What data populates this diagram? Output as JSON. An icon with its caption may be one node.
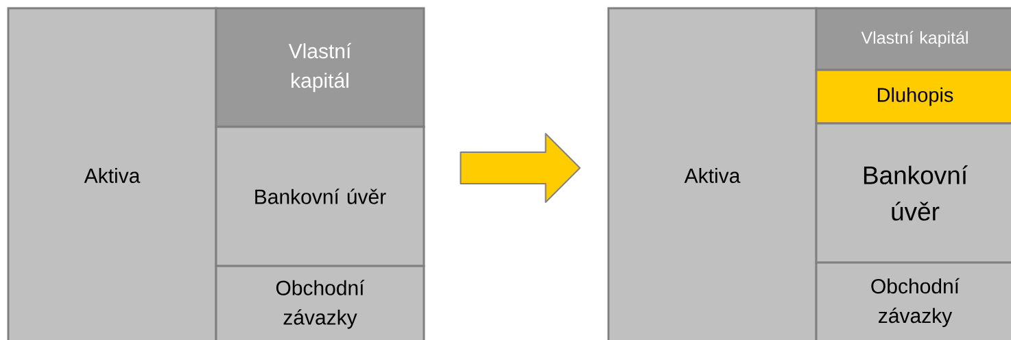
{
  "diagram": {
    "nodes": [
      {
        "text": [
          "Aktiva"
        ]
      },
      {
        "text": [
          "Vlastní kapitál"
        ]
      },
      {
        "text": [
          "Bankovní úvěr"
        ]
      },
      {
        "text": [
          "Obchodní závazky"
        ]
      },
      {
        "text": [
          "Aktiva"
        ]
      },
      {
        "text": [
          "Vlastní kapitál"
        ]
      },
      {
        "text": [
          "Dluhopis"
        ]
      },
      {
        "text": [
          "Bankovní úvěr"
        ]
      },
      {
        "text": [
          "Obchodní závazky"
        ]
      }
    ],
    "edges": [
      {
        "from": 2,
        "to": 4,
        "arrow": "to"
      }
    ]
  }
}
